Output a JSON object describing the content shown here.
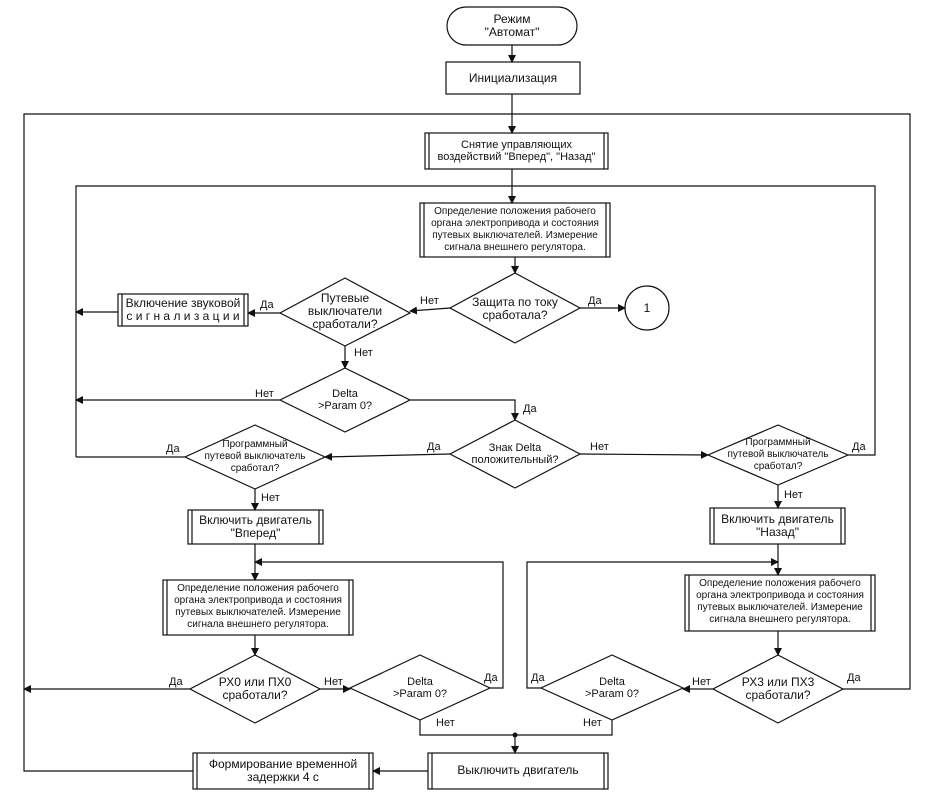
{
  "nodes": {
    "start": "Режим\n\"Автомат\"",
    "init": "Инициализация",
    "remove": "Снятие управляющих\nвоздействий \"Вперед\", \"Назад\"",
    "measure_top": "Определение положения рабочего\nоргана электропривода и состояния\nпутевых выключателей. Измерение\nсигнала внешнего регулятора.",
    "current_prot": "Защита по току\nсработала?",
    "connector": "1",
    "limit_sw": "Путевые\nвыключатели\nсработали?",
    "alarm": "Включение звуковой\nс и г н а л и з а ц и и",
    "delta1": "Delta\n>Param 0?",
    "sign": "Знак Delta\nположительный?",
    "prog_left": "Программный\nпутевой выключатель\nсработал?",
    "prog_right": "Программный\nпутевой выключатель\nсработал?",
    "fwd": "Включить двигатель\n\"Вперед\"",
    "back": "Включить двигатель\n\"Назад\"",
    "measure_left": "Определение положения рабочего\nоргана электропривода и состояния\nпутевых выключателей. Измерение\nсигнала внешнего регулятора.",
    "measure_right": "Определение положения рабочего\nоргана электропривода и состояния\nпутевых выключателей. Измерение\nсигнала внешнего регулятора.",
    "px0": "РХ0 или ПХ0\nсработали?",
    "px3": "РХ3 или ПХ3\nсработали?",
    "delta_left": "Delta\n>Param 0?",
    "delta_right": "Delta\n>Param 0?",
    "stop": "Выключить двигатель",
    "delay": "Формирование временной\nзадержки 4 с"
  },
  "labels": {
    "yes": "Да",
    "no": "Нет"
  }
}
